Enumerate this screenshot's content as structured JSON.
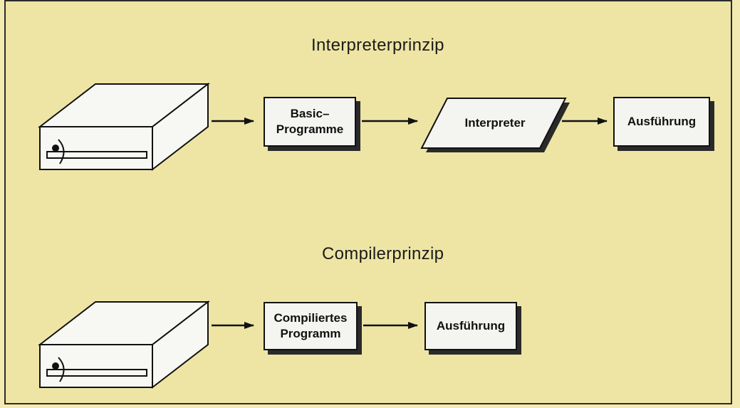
{
  "diagram": {
    "interpreter": {
      "title": "Interpreterprinzip",
      "box1_label": "Basic–\nProgramme",
      "box2_label": "Interpreter",
      "box3_label": "Ausführung"
    },
    "compiler": {
      "title": "Compilerprinzip",
      "box1_label": "Compiliertes\nProgramm",
      "box2_label": "Ausführung"
    }
  },
  "colors": {
    "page_background": "#f2eab0",
    "panel_background": "#ece29e",
    "box_fill": "#f4f4f1",
    "ink": "#111111"
  }
}
